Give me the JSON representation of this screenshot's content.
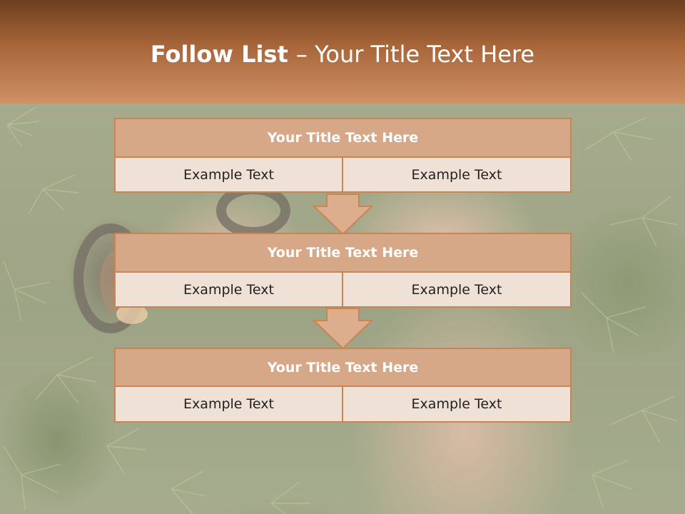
{
  "header": {
    "title_bold": "Follow List ",
    "title_rest": " – Your Title Text Here"
  },
  "blocks": [
    {
      "title": "Your Title Text Here",
      "left": "Example Text",
      "right": "Example Text"
    },
    {
      "title": "Your Title Text Here",
      "left": "Example Text",
      "right": "Example Text"
    },
    {
      "title": "Your Title Text Here",
      "left": "Example Text",
      "right": "Example Text"
    }
  ],
  "colors": {
    "header_dark": "#6e3f1f",
    "header_light": "#cf9066",
    "block_title_fill": "#d7a888",
    "block_cell_fill": "#f0e1d7",
    "border": "#c98454",
    "arrow_fill": "#dcae8e"
  },
  "background": {
    "icon": "binoculars-in-grass-photo"
  }
}
